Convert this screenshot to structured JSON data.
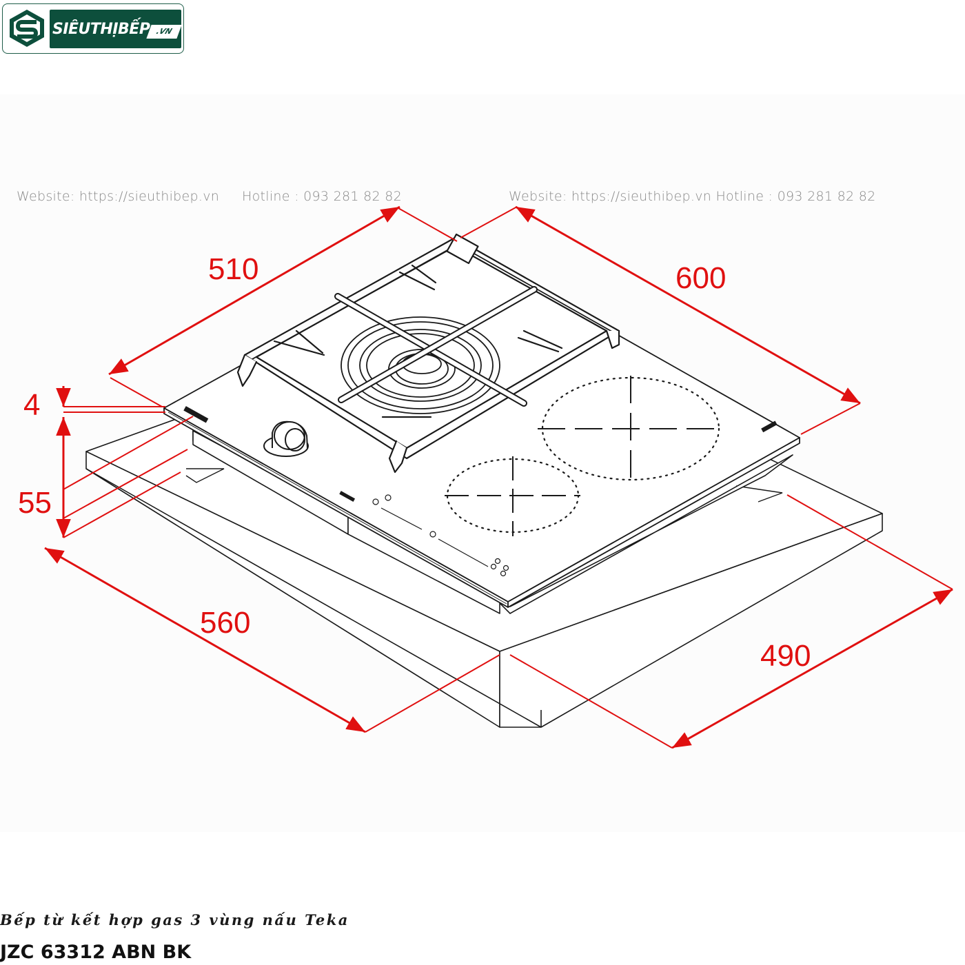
{
  "brand": {
    "logo_text": "SIÊUTHỊBẾP",
    "logo_suffix": ".VN"
  },
  "watermarks": [
    "Website: https://sieuthibep.vn",
    "Hotline : 093 281 82 82",
    "Website: https://sieuthibep.vn Hotline : 093 281 82 82"
  ],
  "dimensions": {
    "top_depth": "510",
    "top_width": "600",
    "glass_thickness": "4",
    "body_height": "55",
    "cutout_width": "560",
    "cutout_depth": "490"
  },
  "colors": {
    "dimension": "#e01010",
    "outline": "#1a1a1a",
    "brand": "#0d4f3c"
  },
  "caption": {
    "title": "Bếp từ kết hợp gas 3 vùng nấu Teka",
    "model": "JZC 63312 ABN BK"
  }
}
